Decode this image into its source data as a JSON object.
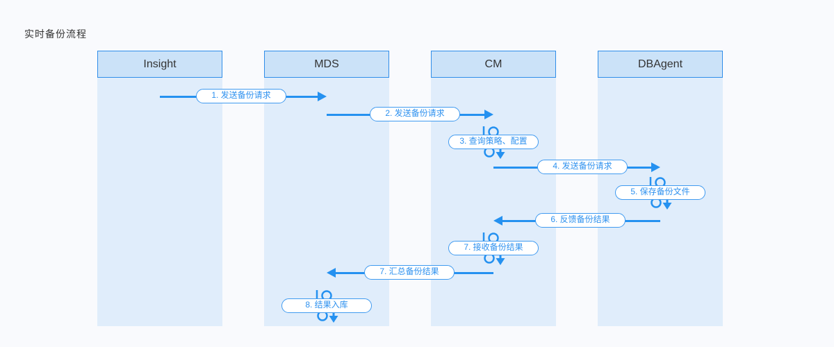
{
  "title": "实时备份流程",
  "actors": [
    {
      "name": "Insight"
    },
    {
      "name": "MDS"
    },
    {
      "name": "CM"
    },
    {
      "name": "DBAgent"
    }
  ],
  "messages": [
    {
      "label": "1. 发送备份请求",
      "from": "Insight",
      "to": "MDS",
      "type": "message-right"
    },
    {
      "label": "2. 发送备份请求",
      "from": "MDS",
      "to": "CM",
      "type": "message-right"
    },
    {
      "label": "3. 查询策略、配置",
      "actor": "CM",
      "type": "self-message"
    },
    {
      "label": "4. 发送备份请求",
      "from": "CM",
      "to": "DBAgent",
      "type": "message-right"
    },
    {
      "label": "5. 保存备份文件",
      "actor": "DBAgent",
      "type": "self-message"
    },
    {
      "label": "6. 反馈备份结果",
      "from": "DBAgent",
      "to": "CM",
      "type": "message-left"
    },
    {
      "label": "7. 接收备份结果",
      "actor": "CM",
      "type": "self-message"
    },
    {
      "label": "7. 汇总备份结果",
      "from": "CM",
      "to": "MDS",
      "type": "message-left"
    },
    {
      "label": "8. 结果入库",
      "actor": "MDS",
      "type": "self-message"
    }
  ],
  "colors": {
    "background": "#f9fafd",
    "lifeline_band": "#e0edfb",
    "header_fill": "#cbe2f8",
    "header_border": "#2f8de9",
    "accent": "#2591f0",
    "pill_border": "#3f9af0",
    "pill_text": "#2e91ef",
    "text": "#333333"
  }
}
